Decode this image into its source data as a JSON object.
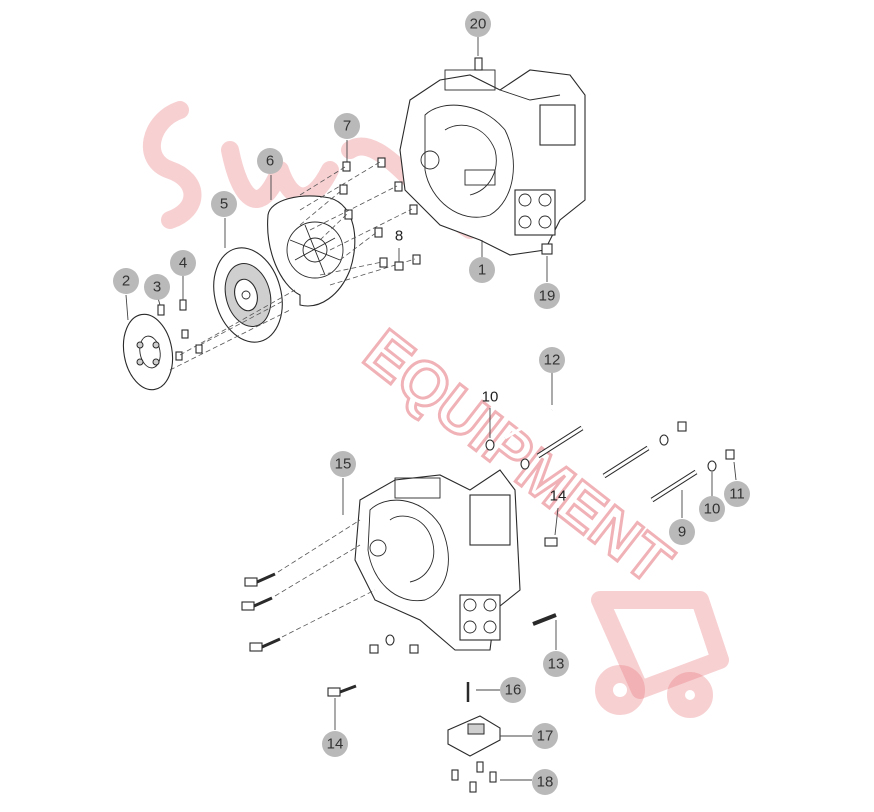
{
  "callouts_upper": {
    "c20": "20",
    "c7": "7",
    "c6": "6",
    "c5": "5",
    "c4": "4",
    "c3": "3",
    "c2": "2",
    "c8": "8",
    "c1": "1",
    "c19": "19"
  },
  "callouts_lower": {
    "c12": "12",
    "c10a": "10",
    "c15": "15",
    "c14a": "14",
    "c10b": "10",
    "c11": "11",
    "c9": "9",
    "c13": "13",
    "c16": "16",
    "c17": "17",
    "c14b": "14",
    "c18": "18"
  },
  "watermark": {
    "text": "EQUIPMENT",
    "color": "#e0575f"
  }
}
